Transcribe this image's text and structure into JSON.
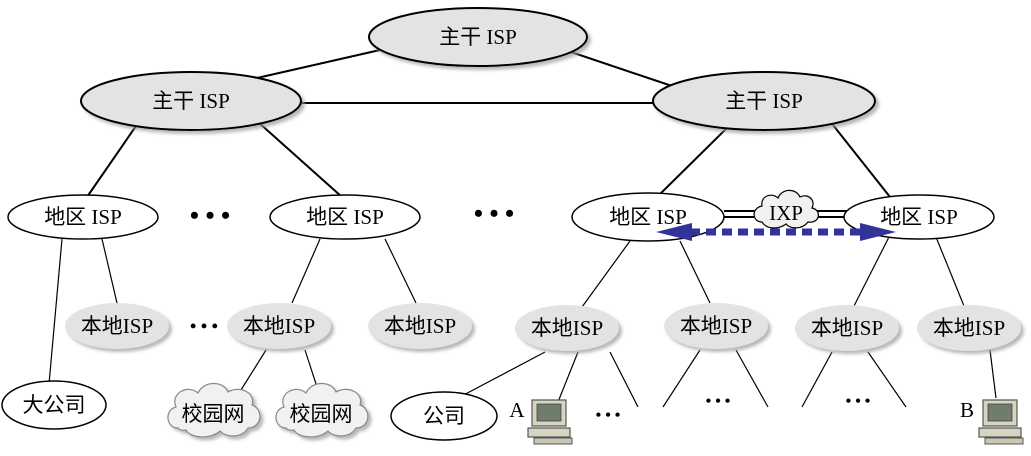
{
  "nodes": {
    "backbone_top": "主干 ISP",
    "backbone_left": "主干 ISP",
    "backbone_right": "主干 ISP",
    "regional_1": "地区 ISP",
    "regional_2": "地区 ISP",
    "regional_3": "地区 ISP",
    "regional_4": "地区 ISP",
    "local_1": "本地ISP",
    "local_2": "本地ISP",
    "local_3": "本地ISP",
    "local_4": "本地ISP",
    "local_5": "本地ISP",
    "local_6": "本地ISP",
    "local_7": "本地ISP",
    "big_company": "大公司",
    "campus_1": "校园网",
    "campus_2": "校园网",
    "company": "公司",
    "ixp": "IXP"
  },
  "hosts": {
    "host_a": "A",
    "host_b": "B"
  },
  "ellipsis": {
    "e1": "• • •",
    "e2": "• • •",
    "e3": "• • •",
    "e4": "• • •",
    "e5": "• • •",
    "e6": "• • •"
  },
  "colors": {
    "backbone_fill": "#e3e3e3",
    "local_fill": "#e3e3e3",
    "white_fill": "#ffffff",
    "arrow": "#33339a",
    "cloud_fill": "#f0f2f2",
    "host_body": "#d6d6c0"
  }
}
